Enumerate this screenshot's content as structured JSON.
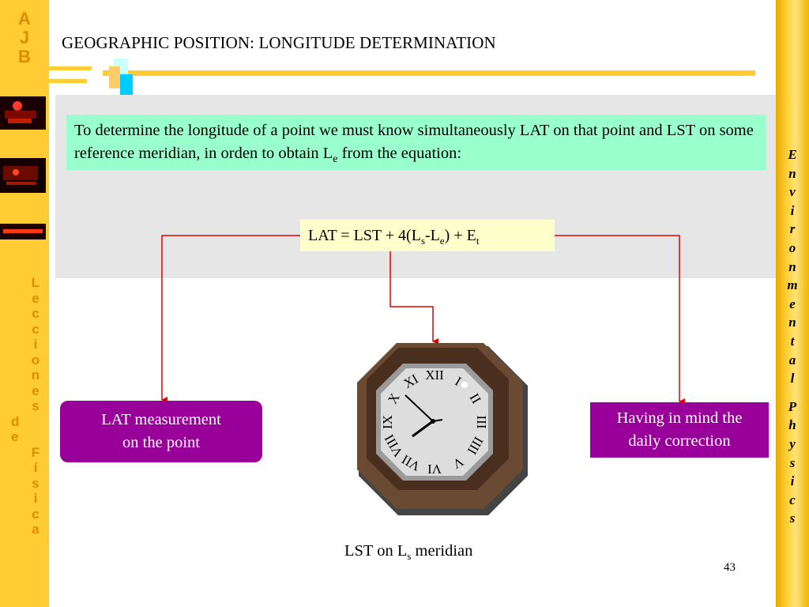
{
  "side_left": {
    "top_letters": [
      "A",
      "J",
      "B"
    ],
    "bottom_letters": [
      "L",
      "e",
      "c",
      "c",
      "i",
      "o",
      "n",
      "e",
      "s",
      "d",
      "e",
      "F",
      "í",
      "s",
      "i",
      "c",
      "a"
    ]
  },
  "side_right": {
    "letters": [
      "E",
      "n",
      "v",
      "i",
      "r",
      "o",
      "n",
      "m",
      "e",
      "n",
      "t",
      "a",
      "l",
      "P",
      "h",
      "y",
      "s",
      "i",
      "c",
      "s"
    ]
  },
  "title": "GEOGRAPHIC POSITION: LONGITUDE DETERMINATION",
  "intro": {
    "text": "To determine the longitude of a point we must know simultaneously LAT on that point and LST on some reference meridian, in orden to obtain L",
    "sub": "e",
    "tail": " from the equation:"
  },
  "equation": {
    "part1": "LAT = LST + 4(L",
    "sub1": "s",
    "part2": "-L",
    "sub2": "e",
    "part3": ") + E",
    "sub3": "t"
  },
  "lat_box": {
    "line1": "LAT measurement",
    "line2": "on the point"
  },
  "correction_box": {
    "line1": "Having in mind the",
    "line2": "daily correction"
  },
  "clock_label": {
    "text": "LST on L",
    "sub": "s",
    "tail": " meridian"
  },
  "clock_numerals": [
    "XII",
    "I",
    "II",
    "III",
    "IIII",
    "V",
    "VI",
    "VII",
    "VIII",
    "IX",
    "X",
    "XI"
  ],
  "page_number": "43",
  "colors": {
    "side_bar": "#FFCC33",
    "side_text": "#E08A00",
    "intro_bg": "#99FFCC",
    "equation_bg": "#FFFFCC",
    "box_purple": "#990099",
    "arrow": "#E00000",
    "panel_gray": "#E6E6E6"
  }
}
